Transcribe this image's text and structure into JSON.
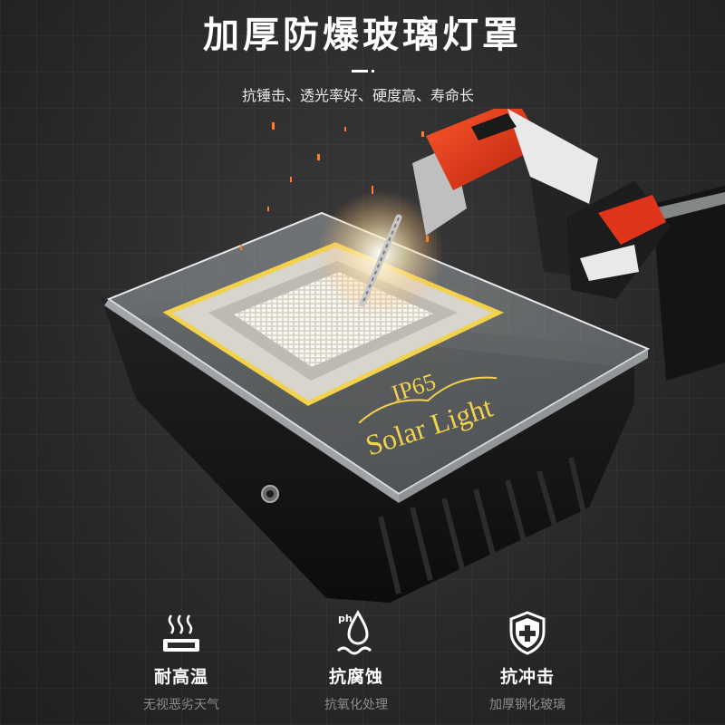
{
  "header": {
    "title": "加厚防爆玻璃灯罩",
    "subtitle": "抗锤击、透光率好、硬度高、寿命长"
  },
  "product": {
    "label_ip": "IP65",
    "label_name": "Solar Light"
  },
  "features": [
    {
      "icon": "heat-resistance-icon",
      "name": "耐高温",
      "desc": "无视恶劣天气"
    },
    {
      "icon": "ph-drop-icon",
      "name": "抗腐蚀",
      "desc": "抗氧化处理"
    },
    {
      "icon": "shield-plus-icon",
      "name": "抗冲击",
      "desc": "加厚钢化玻璃"
    }
  ],
  "colors": {
    "background": "#2b2b2b",
    "accent_gold": "#f2d24a",
    "drill_red": "#e0341b"
  }
}
